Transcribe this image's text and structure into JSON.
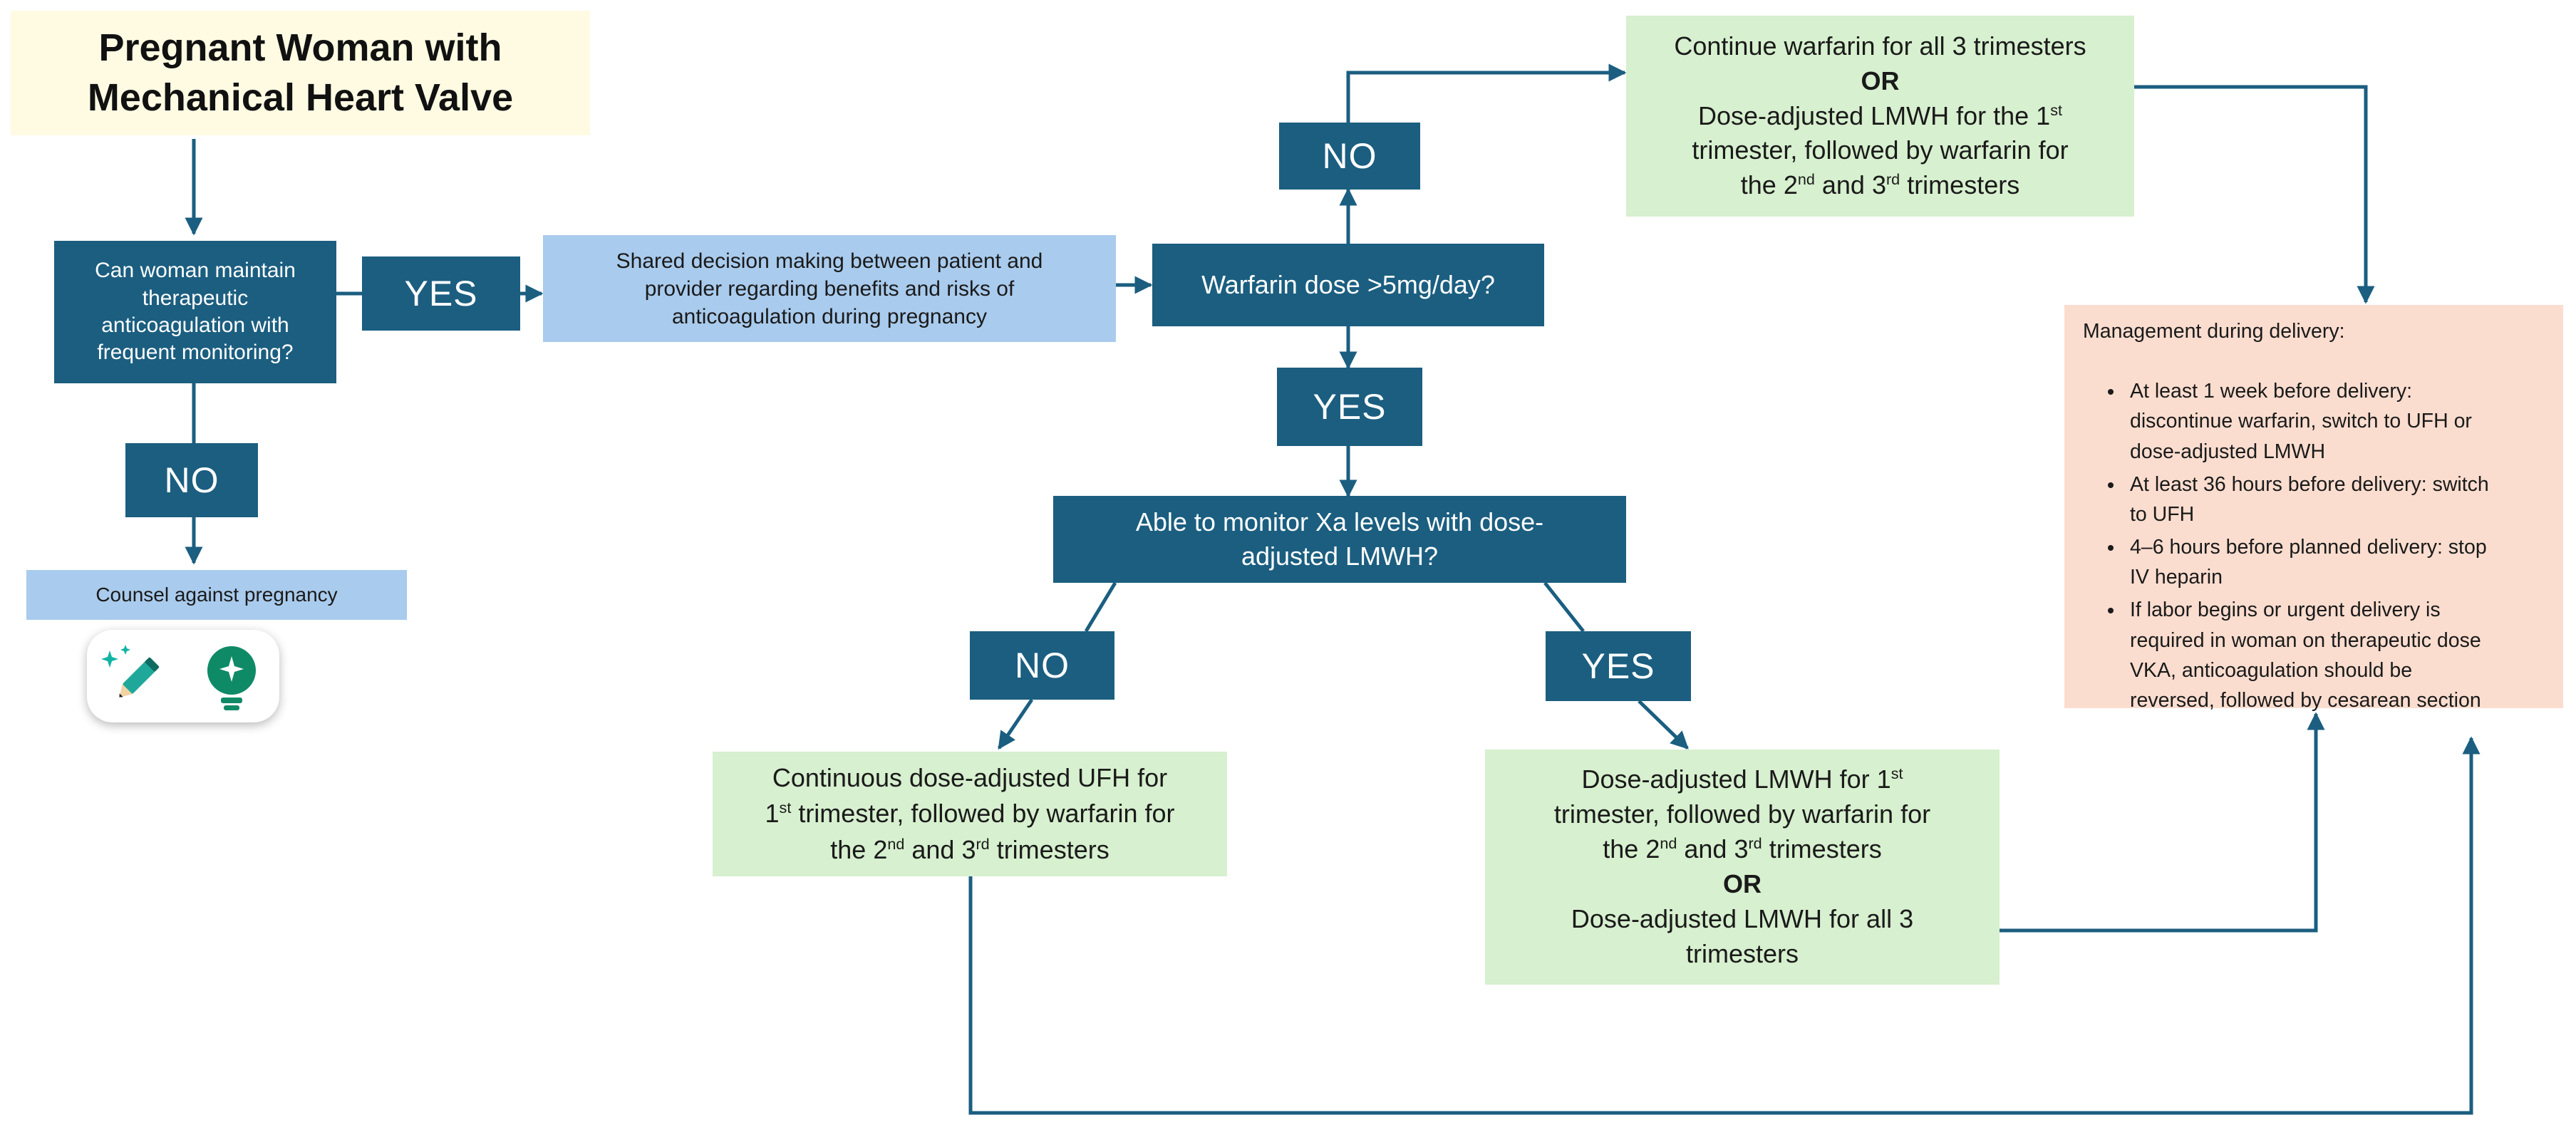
{
  "title": {
    "line1": "Pregnant Woman with",
    "line2": "Mechanical Heart Valve"
  },
  "q_maintain": {
    "line1": "Can woman maintain",
    "line2": "therapeutic",
    "line3": "anticoagulation with",
    "line4": "frequent monitoring?"
  },
  "yes_1": "YES",
  "no_1": "NO",
  "counsel": "Counsel against pregnancy",
  "shared": {
    "line1": "Shared decision making between patient and",
    "line2": "provider regarding benefits and risks of",
    "line3": "anticoagulation during pregnancy"
  },
  "q_warfarin": "Warfarin dose >5mg/day?",
  "no_2": "NO",
  "yes_2": "YES",
  "continue_box": {
    "line1": "Continue warfarin for all 3 trimesters",
    "or": "OR",
    "line2a": "Dose-adjusted LMWH for the 1",
    "line2sup": "st",
    "line3": "trimester, followed by warfarin for",
    "line4a": "the 2",
    "line4sup1": "nd",
    "line4b": " and 3",
    "line4sup2": "rd",
    "line4c": " trimesters"
  },
  "q_xa": {
    "line1": "Able to monitor Xa levels with dose-",
    "line2": "adjusted LMWH?"
  },
  "no_3": "NO",
  "yes_3": "YES",
  "ufh_box": {
    "line1": "Continuous dose-adjusted UFH for",
    "line2a": "1",
    "line2sup": "st",
    "line2b": " trimester, followed by warfarin for",
    "line3a": "the 2",
    "line3sup1": "nd",
    "line3b": " and 3",
    "line3sup2": "rd",
    "line3c": " trimesters"
  },
  "lmwh_box": {
    "line1a": "Dose-adjusted LMWH for 1",
    "line1sup": "st",
    "line2": "trimester, followed by warfarin for",
    "line3a": "the 2",
    "line3sup1": "nd",
    "line3b": " and 3",
    "line3sup2": "rd",
    "line3c": " trimesters",
    "or": "OR",
    "line4": "Dose-adjusted LMWH for all 3",
    "line5": "trimesters"
  },
  "management": {
    "heading": "Management during delivery:",
    "items": [
      {
        "l1": "At least 1 week before delivery:",
        "l2": "discontinue warfarin, switch to UFH or",
        "l3": "dose-adjusted LMWH"
      },
      {
        "l1": "At least 36 hours before delivery: switch",
        "l2": "to UFH"
      },
      {
        "l1": "4–6 hours before planned delivery: stop",
        "l2": "IV heparin"
      },
      {
        "l1": "If labor begins or urgent delivery is",
        "l2": "required in woman on therapeutic dose",
        "l3": "VKA, anticoagulation should be",
        "l4": "reversed, followed by cesarean section"
      }
    ]
  },
  "toolbar_icons": [
    "sparkle-pencil-icon",
    "lightbulb-icon"
  ],
  "colors": {
    "dark": "#1b5e80",
    "light_blue": "#a9cbed",
    "green": "#d7f0cf",
    "peach": "#fbddcf",
    "yellow": "#fffbe3",
    "connector": "#1b5e80"
  }
}
